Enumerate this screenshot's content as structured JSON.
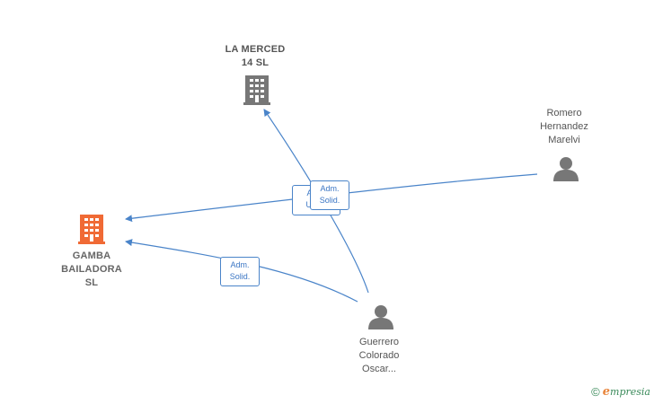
{
  "nodes": {
    "la_merced": {
      "lines": [
        "LA MERCED",
        "14 SL"
      ],
      "type": "company"
    },
    "gamba": {
      "lines": [
        "GAMBA",
        "BAILADORA",
        "SL"
      ],
      "type": "company-focus"
    },
    "romero": {
      "lines": [
        "Romero",
        "Hernandez",
        "Marelvi"
      ],
      "type": "person"
    },
    "guerrero": {
      "lines": [
        "Guerrero",
        "Colorado",
        "Oscar..."
      ],
      "type": "person"
    }
  },
  "edge_labels": {
    "guerrero_gamba": [
      "Adm.",
      "Solid."
    ],
    "guerrero_merced_back": [
      "Adm.",
      "Unico"
    ],
    "romero_gamba": [
      "Adm.",
      "Solid."
    ]
  },
  "colors": {
    "edge": "#4a84c9",
    "focus_company": "#f06a35",
    "company": "#777777",
    "person": "#777777"
  },
  "icons": {
    "company": "building-icon",
    "person": "person-icon"
  },
  "brand": {
    "copyright": "©",
    "e": "e",
    "rest": "mpresia"
  }
}
